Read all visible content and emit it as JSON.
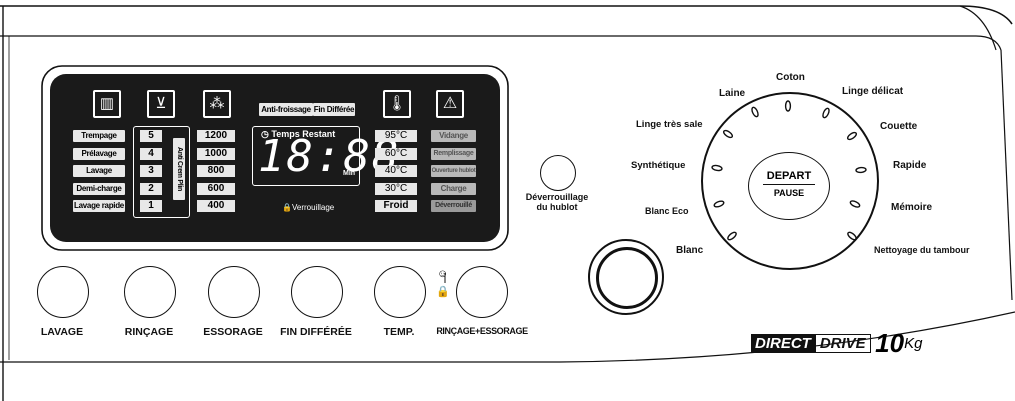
{
  "display": {
    "tags": {
      "anti_crease": "Anti-froissage",
      "delay_end": "Fin Différée"
    },
    "time_label": "Temps Restant",
    "time_value": "18:88",
    "time_unit": "Min",
    "lock_label": "Verrouillage",
    "rinse_vertical": "Anti Crem Plin",
    "wash_options": [
      "Trempage",
      "Prélavage",
      "Lavage",
      "Demi-charge",
      "Lavage rapide"
    ],
    "rinse_counts": [
      "5",
      "4",
      "3",
      "2",
      "1"
    ],
    "spin_speeds": [
      "1200",
      "1000",
      "800",
      "600",
      "400"
    ],
    "temperatures": [
      "95°C",
      "60°C",
      "40°C",
      "30°C",
      "Froid"
    ],
    "status": [
      "Vidange",
      "Remplissage",
      "Ouverture hublot",
      "Charge",
      "Déverrouillé"
    ],
    "icons": [
      "wash-basin-icon",
      "rinse-icon",
      "spin-icon",
      "thermometer-icon",
      "warning-triangle-icon"
    ]
  },
  "buttons": [
    "LAVAGE",
    "RINÇAGE",
    "ESSORAGE",
    "FIN DIFFÉRÉE",
    "TEMP.",
    "RINÇAGE+ESSORAGE"
  ],
  "door_unlock": {
    "line1": "Déverrouillage",
    "line2": "du hublot"
  },
  "dial": {
    "start_label": "DEPART",
    "pause_label": "PAUSE",
    "programs": [
      "Coton",
      "Linge délicat",
      "Couette",
      "Rapide",
      "Mémoire",
      "Nettoyage du tambour",
      "Blanc",
      "Blanc Eco",
      "Synthétique",
      "Linge très sale",
      "Laine"
    ]
  },
  "brand": {
    "direct": "DIRECT",
    "drive": "DRIVE",
    "capacity": "10",
    "unit": "Kg"
  },
  "colors": {
    "panel": "#1a1a1a",
    "label_bg": "#e8e8e8",
    "line": "#111111"
  }
}
